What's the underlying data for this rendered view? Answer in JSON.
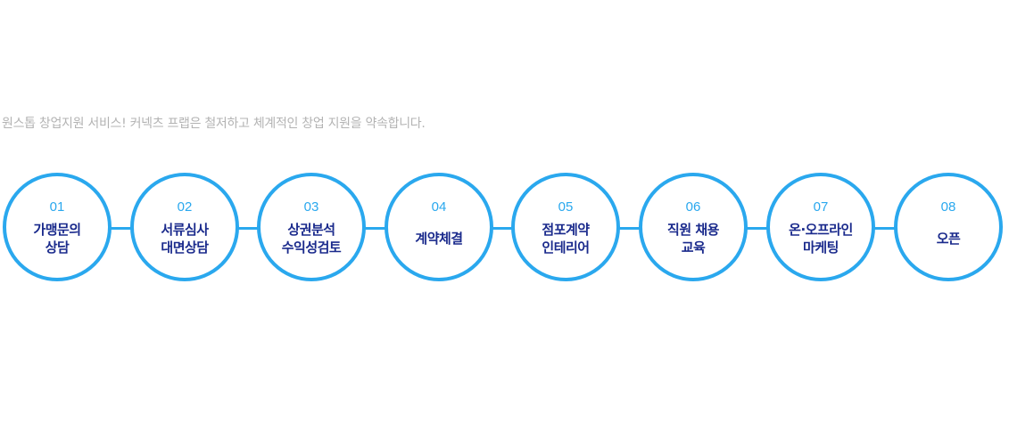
{
  "intro": "원스톱 창업지원 서비스! 커넥츠 프랩은 철저하고 체계적인 창업 지원을 약속합니다.",
  "steps": [
    {
      "num": "01",
      "line1": "가맹문의",
      "line2": "상담"
    },
    {
      "num": "02",
      "line1": "서류심사",
      "line2": "대면상담"
    },
    {
      "num": "03",
      "line1": "상권분석",
      "line2": "수익성검토"
    },
    {
      "num": "04",
      "line1": "계약체결",
      "line2": ""
    },
    {
      "num": "05",
      "line1": "점포계약",
      "line2": "인테리어"
    },
    {
      "num": "06",
      "line1": "직원 채용",
      "line2": "교육"
    },
    {
      "num": "07",
      "line1": "온·오프라인",
      "line2": "마케팅"
    },
    {
      "num": "08",
      "line1": "오픈",
      "line2": ""
    }
  ],
  "colors": {
    "accent": "#2aa8ee",
    "label": "#1a2a8c",
    "intro_text": "#b3b3b3"
  }
}
